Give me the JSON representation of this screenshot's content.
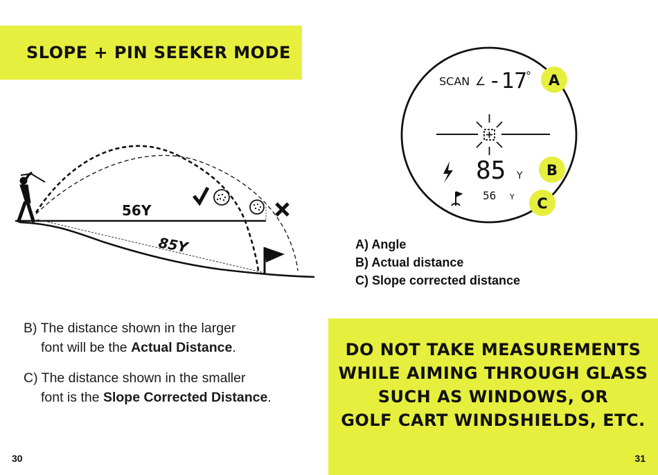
{
  "left_page": {
    "title": "SLOPE + PIN SEEKER MODE",
    "diagram": {
      "flat_distance": "56Y",
      "slope_distance": "85Y"
    },
    "note_b": {
      "prefix": "B) ",
      "line1": "The distance shown in the larger",
      "line2_pre": "font will be the ",
      "line2_bold": "Actual Distance",
      "line2_post": "."
    },
    "note_c": {
      "prefix": "C) ",
      "line1": "The distance shown in the smaller",
      "line2_pre": "font is the ",
      "line2_bold": "Slope Corrected Distance",
      "line2_post": "."
    },
    "page_number": "30"
  },
  "right_page": {
    "display": {
      "scan_label": "SCAN",
      "angle_symbol": "∠",
      "angle_value": "-17",
      "degree": "°",
      "actual_distance": "85",
      "actual_unit": "Y",
      "slope_distance": "56",
      "slope_unit": "Y",
      "callout_a": "A",
      "callout_b": "B",
      "callout_c": "C"
    },
    "legend": {
      "a": "A) Angle",
      "b": "B) Actual distance",
      "c": "C) Slope corrected distance"
    },
    "warning": {
      "line1": "DO NOT TAKE MEASUREMENTS",
      "line2": "WHILE AIMING THROUGH GLASS",
      "line3": "SUCH AS WINDOWS, OR",
      "line4": "GOLF CART WINDSHIELDS, ETC."
    },
    "page_number": "31"
  },
  "colors": {
    "highlight": "#e6ef3d",
    "text": "#111111"
  }
}
